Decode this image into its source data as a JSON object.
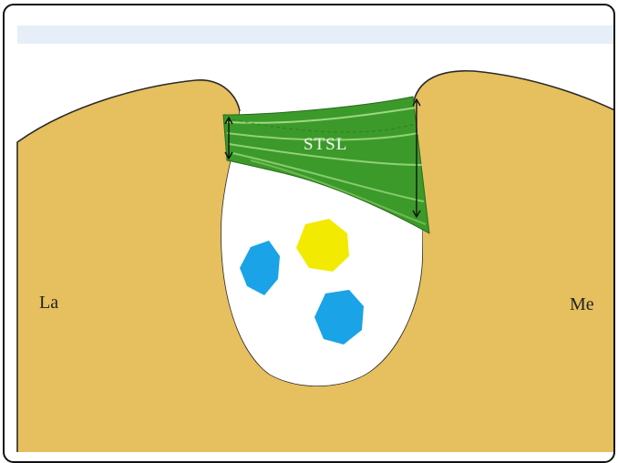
{
  "labels": {
    "ligament": "STSL",
    "left_side": "La",
    "right_side": "Me"
  },
  "colors": {
    "bone": "#e6bf5e",
    "ligament": "#3c9a2a",
    "ligament_light": "#7cc85a",
    "tendon_blue": "#1aa3e6",
    "tendon_yellow": "#f2ea00",
    "outline": "#2a2a2a"
  },
  "structures": [
    {
      "name": "blue-structure-left",
      "color": "tendon_blue"
    },
    {
      "name": "yellow-structure",
      "color": "tendon_yellow"
    },
    {
      "name": "blue-structure-right",
      "color": "tendon_blue"
    }
  ]
}
